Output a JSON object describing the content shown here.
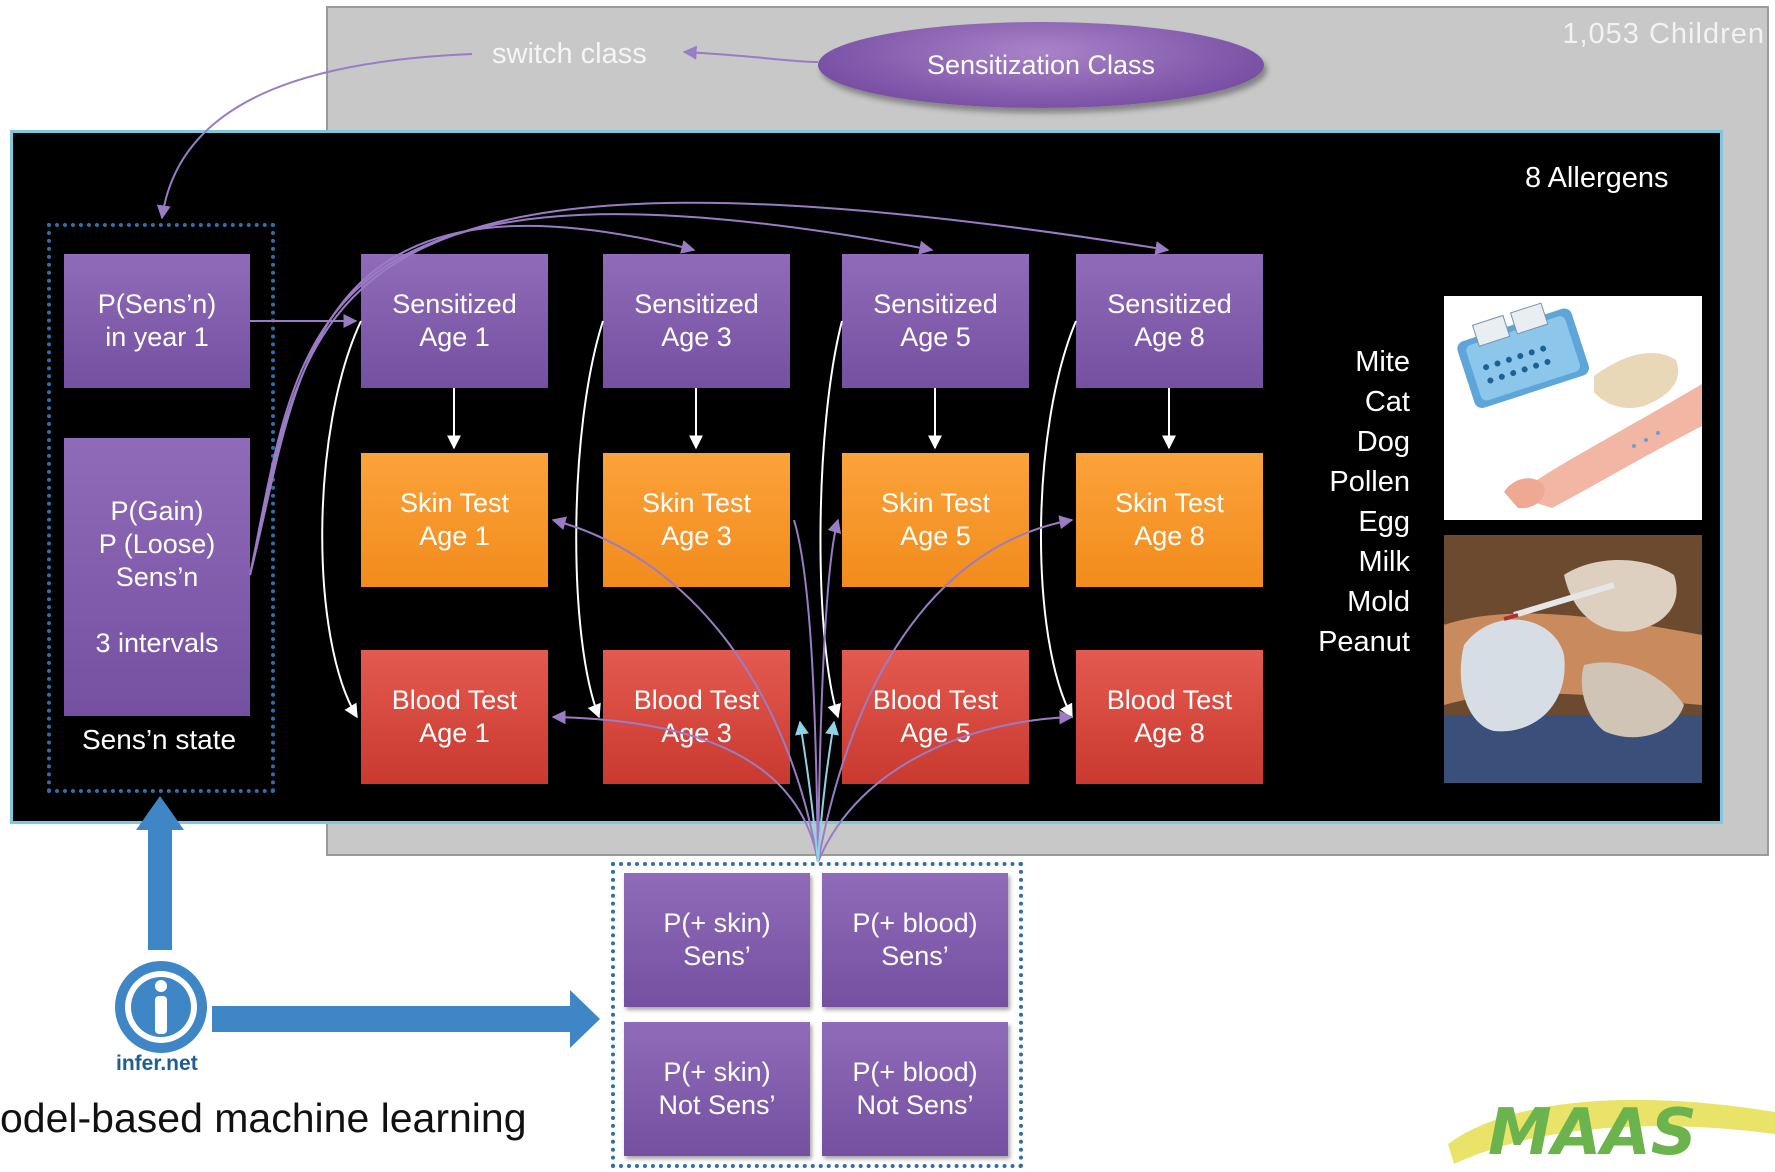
{
  "header": {
    "population": "1,053 Children",
    "class_node": "Sensitization Class",
    "switch_label": "switch class"
  },
  "plate": {
    "allergens_title": "8 Allergens",
    "allergens": [
      "Mite",
      "Cat",
      "Dog",
      "Pollen",
      "Egg",
      "Milk",
      "Mold",
      "Peanut"
    ]
  },
  "state": {
    "prior": [
      "P(Sens’n)",
      "in year 1"
    ],
    "transition": [
      "P(Gain)",
      "P (Loose)",
      "Sens’n",
      "",
      "3 intervals"
    ],
    "label": "Sens’n state"
  },
  "columns": [
    {
      "sens": [
        "Sensitized",
        "Age 1"
      ],
      "skin": [
        "Skin Test",
        "Age 1"
      ],
      "blood": [
        "Blood Test",
        "Age 1"
      ]
    },
    {
      "sens": [
        "Sensitized",
        "Age 3"
      ],
      "skin": [
        "Skin Test",
        "Age 3"
      ],
      "blood": [
        "Blood Test",
        "Age 3"
      ]
    },
    {
      "sens": [
        "Sensitized",
        "Age 5"
      ],
      "skin": [
        "Skin Test",
        "Age 5"
      ],
      "blood": [
        "Blood Test",
        "Age 5"
      ]
    },
    {
      "sens": [
        "Sensitized",
        "Age 8"
      ],
      "skin": [
        "Skin Test",
        "Age 8"
      ],
      "blood": [
        "Blood Test",
        "Age 8"
      ]
    }
  ],
  "test_params": [
    [
      "P(+ skin)",
      "Sens’"
    ],
    [
      "P(+ blood)",
      "Sens’"
    ],
    [
      "P(+ skin)",
      "Not Sens’"
    ],
    [
      "P(+ blood)",
      "Not Sens’"
    ]
  ],
  "footer": {
    "infer_label": "infer.net",
    "caption": "odel-based machine learning",
    "logo_text": "MAAS"
  },
  "colors": {
    "purple": "#7f5aab",
    "orange": "#f7961f",
    "red": "#d9473d",
    "arrow_purple": "#9a7cc4",
    "arrow_blue": "#3f86c6",
    "plate_border": "#7fc8dc"
  }
}
